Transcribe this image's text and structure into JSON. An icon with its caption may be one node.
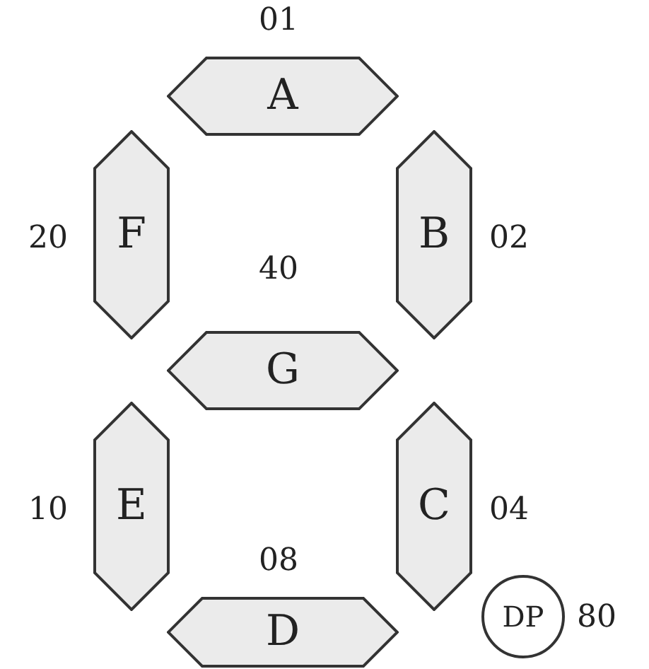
{
  "diagram": {
    "nodes": [
      {
        "text": [
          "A"
        ],
        "beside": [
          "01"
        ]
      },
      {
        "text": [
          "F"
        ],
        "beside": [
          "20"
        ]
      },
      {
        "text": [
          "B"
        ],
        "beside": [
          "02"
        ]
      },
      {
        "text": [
          "G"
        ],
        "beside": [
          "40"
        ]
      },
      {
        "text": [
          "E"
        ],
        "beside": [
          "10"
        ]
      },
      {
        "text": [
          "C"
        ],
        "beside": [
          "04"
        ]
      },
      {
        "text": [
          "D"
        ],
        "beside": [
          "08"
        ]
      },
      {
        "text": [
          "DP"
        ],
        "beside": [
          "80"
        ]
      }
    ],
    "edges": []
  }
}
